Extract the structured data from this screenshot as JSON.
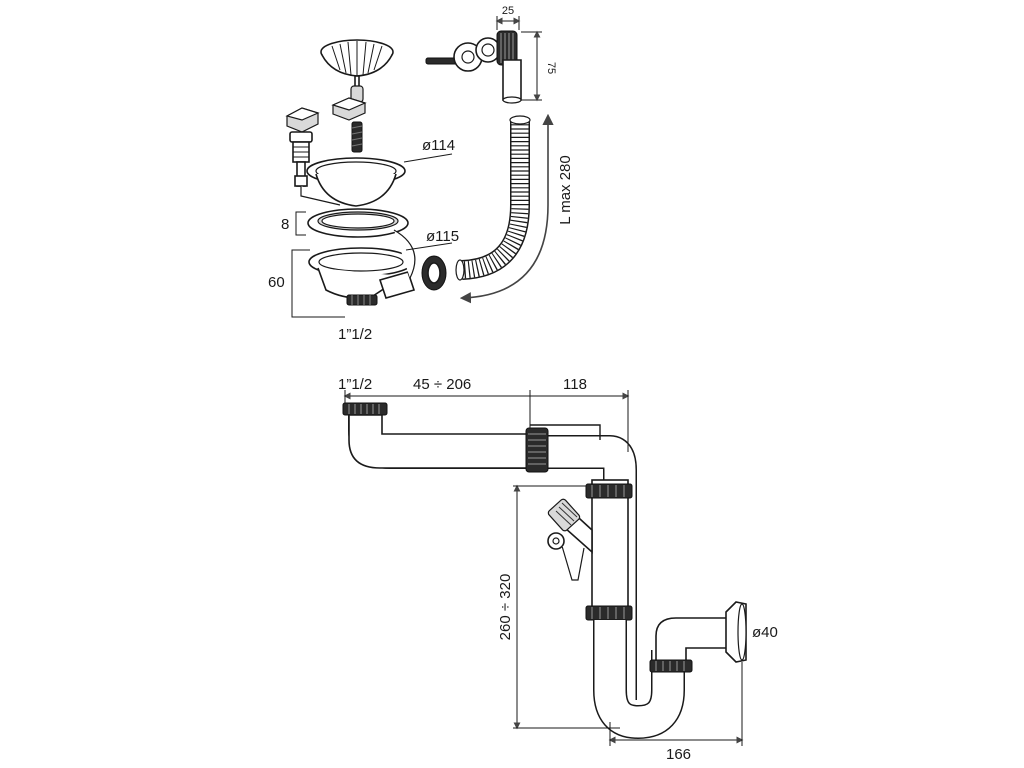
{
  "assembly": {
    "dimensions": {
      "nut_width": "25",
      "overflow_height": "75",
      "hose_length": "L max 280",
      "strainer_diameter": "ø114",
      "flange_diameter": "ø115",
      "gasket_thickness": "8",
      "body_height": "60",
      "thread_size": "1”1/2"
    }
  },
  "siphon": {
    "dimensions": {
      "inlet_thread": "1”1/2",
      "horizontal_range": "45 ÷ 206",
      "offset": "118",
      "vertical_range": "260 ÷ 320",
      "outlet_diameter": "ø40",
      "outlet_distance": "166"
    }
  },
  "colors": {
    "stroke": "#1a1a1a",
    "background": "#ffffff",
    "arrow": "#444444",
    "nut": "#2b2b2b"
  }
}
